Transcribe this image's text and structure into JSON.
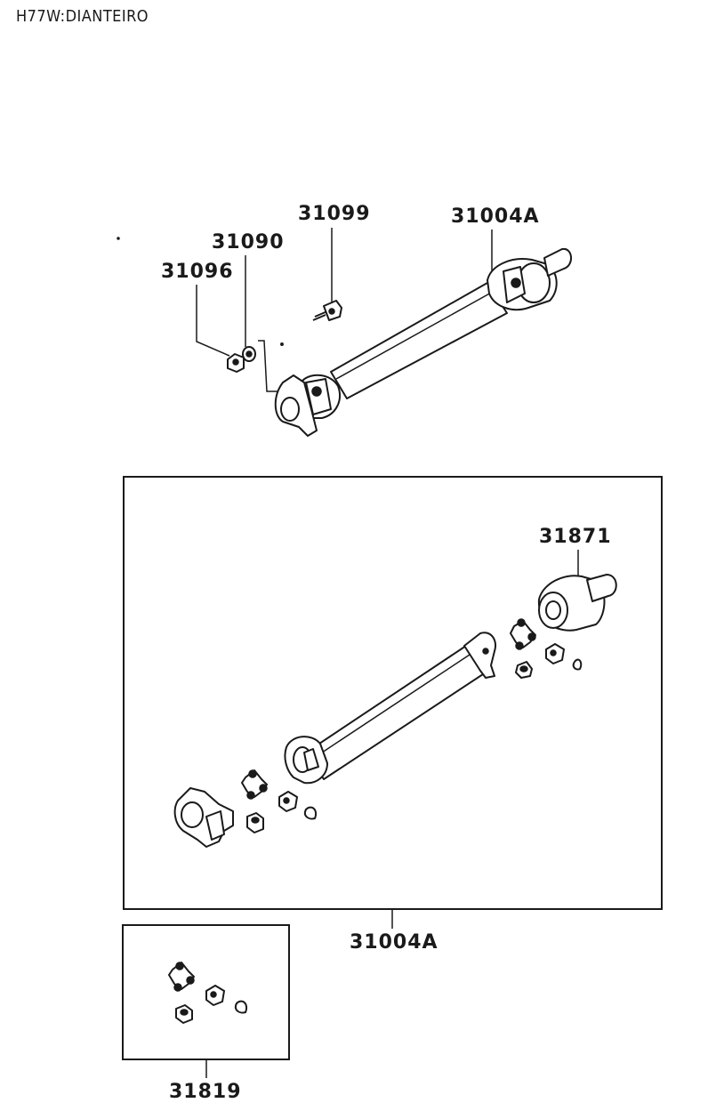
{
  "header": {
    "title": "H77W:DIANTEIRO"
  },
  "labels": {
    "part_31099": "31099",
    "part_31004a_top": "31004A",
    "part_31090": "31090",
    "part_31096": "31096",
    "part_31871": "31871",
    "part_31004a_box": "31004A",
    "part_31819": "31819"
  }
}
